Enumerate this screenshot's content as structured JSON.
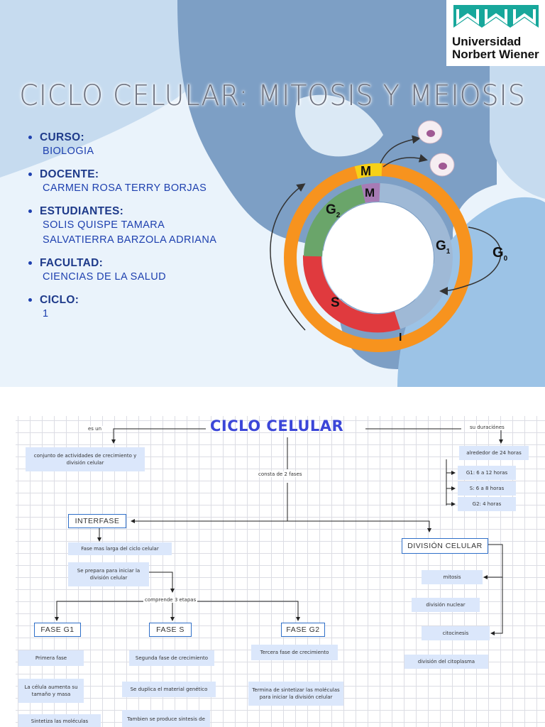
{
  "slide1": {
    "title": "CICLO CELULAR: MITOSIS Y MEIOSIS",
    "logo_line1": "Universidad",
    "logo_line2": "Norbert Wiener",
    "info": [
      {
        "label": "CURSO:",
        "value": "BIOLOGIA"
      },
      {
        "label": "DOCENTE:",
        "value": "CARMEN ROSA TERRY BORJAS"
      },
      {
        "label": "ESTUDIANTES:",
        "value": "SOLIS QUISPE TAMARA\nSALVATIERRA BARZOLA ADRIANA"
      },
      {
        "label": "FACULTAD:",
        "value": "CIENCIAS DE LA SALUD"
      },
      {
        "label": "CICLO:",
        "value": "1"
      }
    ],
    "cycle_labels": {
      "m_outer": "M",
      "m_inner": "M",
      "g2": "G",
      "g2_sub": "2",
      "g1": "G",
      "g1_sub": "1",
      "s": "S",
      "i": "I",
      "g0": "G",
      "g0_sub": "0"
    },
    "colors": {
      "orange": "#f7931e",
      "yellow": "#f7d117",
      "purple": "#a77bb5",
      "green": "#6aa56a",
      "red": "#e03a3e",
      "blue": "#9fb9d6",
      "navy": "#1e3a8a"
    }
  },
  "slide2": {
    "title": "CICLO CELULAR",
    "es_un": "es un",
    "es_un_box": "conjunto de actividades de crecimiento y división celular",
    "consta": "consta de 2 fases",
    "duraciones": "su duraciónes",
    "dur_total": "alrededor de 24 horas",
    "dur_g1": "G1: 6 a 12 horas",
    "dur_s": "S: 6 a 8 horas",
    "dur_g2": "G2: 4 horas",
    "interfase": "INTERFASE",
    "interfase_a": "Fase mas larga del ciclo celular",
    "interfase_b": "Se prepara para iniciar la división celular",
    "comprende": "comprende 3 etapas",
    "division": "DIVISIÓN CELULAR",
    "mitosis": "mitosis",
    "div_nuclear": "división nuclear",
    "citocinesis": "citocinesis",
    "div_cito": "división del citoplasma",
    "fase_g1": "FASE G1",
    "fase_s": "FASE S",
    "fase_g2": "FASE G2",
    "g1_a": "Primera fase",
    "g1_b": "La célula aumenta su tamaño y masa",
    "g1_c": "Sintetiza las moléculas",
    "s_a": "Segunda fase de crecimiento",
    "s_b": "Se duplica el material genético",
    "s_c": "Tambien se produce sintesis de",
    "g2_a": "Tercera fase de crecimiento",
    "g2_b": "Termina de sintetizar las moléculas para iniciar la división celular"
  }
}
